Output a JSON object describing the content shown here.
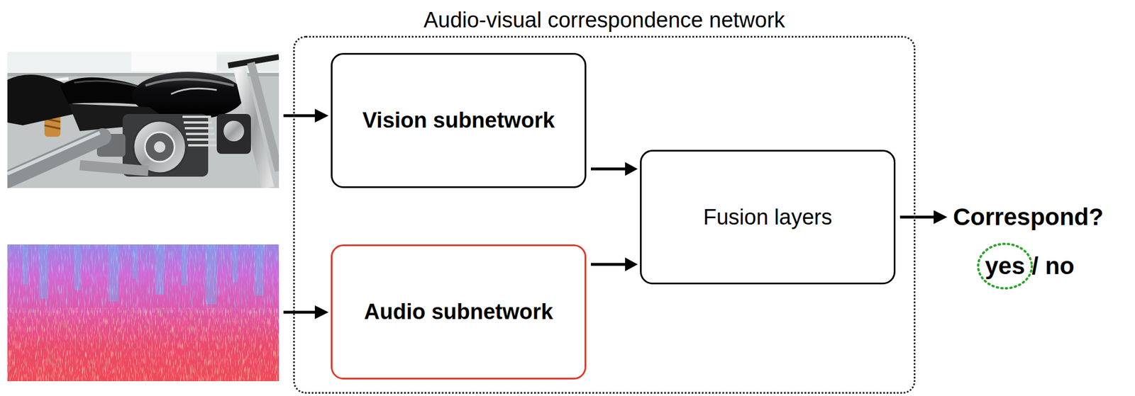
{
  "diagram": {
    "nodes": [
      {
        "text": [
          "Audio-visual correspondence network"
        ]
      },
      {
        "text": [
          "Vision subnetwork"
        ],
        "in": 0
      },
      {
        "text": [
          "Audio subnetwork"
        ],
        "in": 0
      },
      {
        "text": [
          "Fusion layers"
        ],
        "in": 0
      }
    ],
    "edges": [
      {
        "from": 1,
        "to": 3,
        "arrow": "to"
      },
      {
        "from": 2,
        "to": 3,
        "arrow": "to"
      }
    ],
    "labels": [
      "Correspond?",
      "yes",
      "/ no"
    ]
  }
}
